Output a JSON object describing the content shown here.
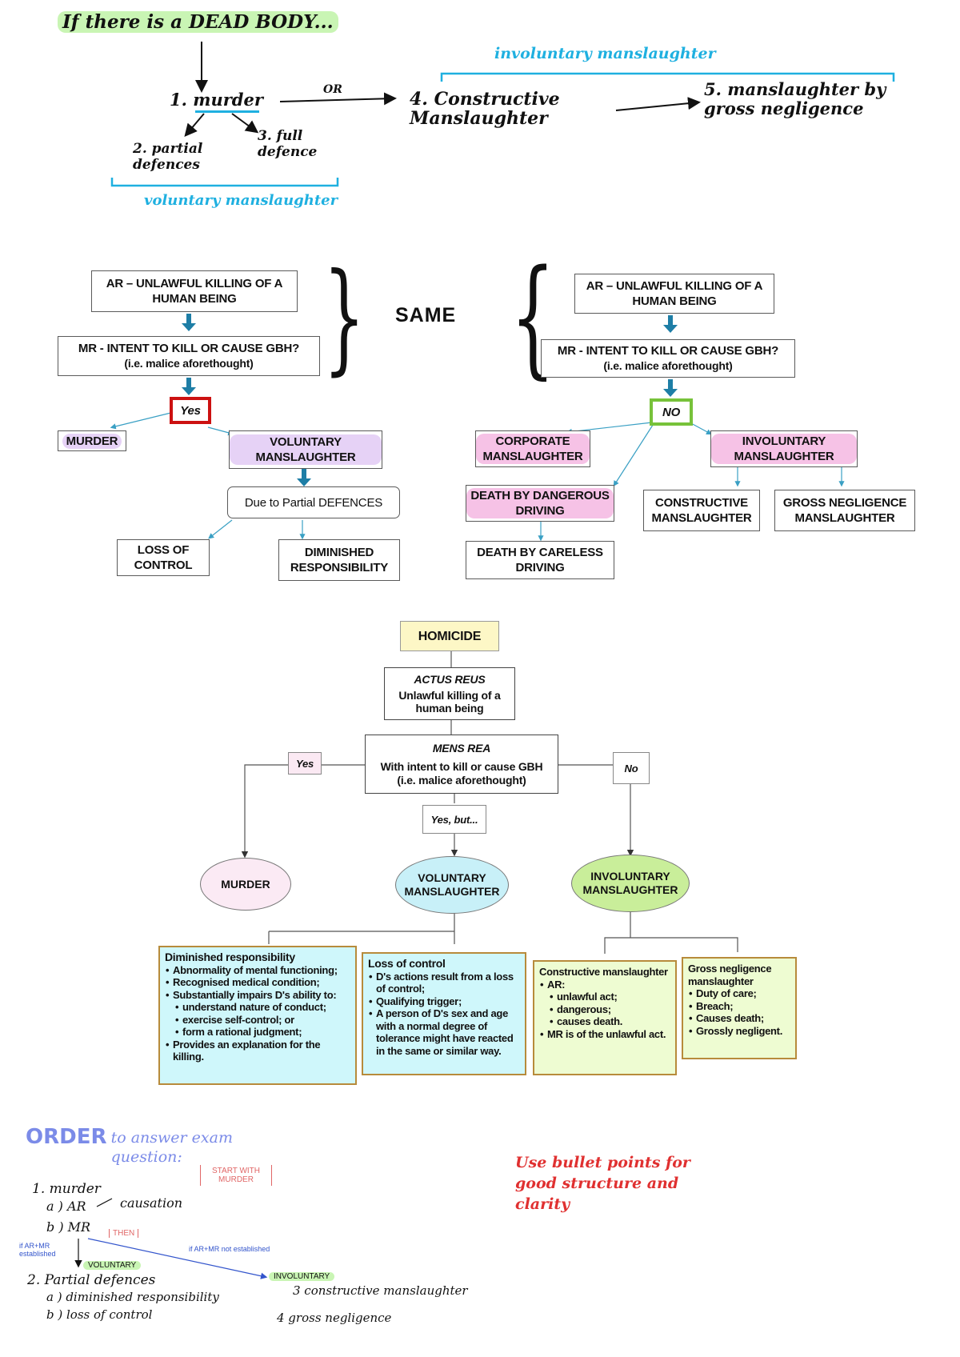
{
  "sketch": {
    "heading": "If there is a DEAD BODY...",
    "murder": "1. murder",
    "or": "OR",
    "partial": "2. partial defences",
    "full": "3. full defence",
    "voluntary_label": "voluntary manslaughter",
    "constructive": "4. Constructive Manslaughter",
    "gross": "5. manslaughter by gross negligence",
    "involuntary_label": "involuntary manslaughter"
  },
  "flow_left": {
    "ar": "AR – UNLAWFUL KILLING OF A HUMAN BEING",
    "mr": "MR - INTENT TO KILL OR CAUSE GBH?",
    "mr_sub": "(i.e. malice aforethought)",
    "yes": "Yes",
    "murder": "MURDER",
    "voluntary": "VOLUNTARY MANSLAUGHTER",
    "partial": "Due to Partial DEFENCES",
    "loss": "LOSS OF CONTROL",
    "diminished": "DIMINISHED RESPONSIBILITY"
  },
  "same": "SAME",
  "flow_right": {
    "ar": "AR – UNLAWFUL KILLING OF A HUMAN BEING",
    "mr": "MR - INTENT TO KILL OR CAUSE GBH?",
    "mr_sub": "(i.e. malice aforethought)",
    "no": "NO",
    "corporate": "CORPORATE MANSLAUGHTER",
    "involuntary": "INVOLUNTARY MANSLAUGHTER",
    "death_dangerous": "DEATH BY DANGEROUS DRIVING",
    "death_careless": "DEATH BY CARELESS DRIVING",
    "constructive": "CONSTRUCTIVE MANSLAUGHTER",
    "gross": "GROSS NEGLIGENCE MANSLAUGHTER"
  },
  "homicide": {
    "title": "HOMICIDE",
    "actus_title": "ACTUS REUS",
    "actus_body": "Unlawful killing of a human being",
    "mens_title": "MENS REA",
    "mens_body": "With intent to kill or cause GBH",
    "mens_sub": "(i.e. malice aforethought)",
    "yes": "Yes",
    "no": "No",
    "yes_but": "Yes, but...",
    "murder": "MURDER",
    "voluntary": "VOLUNTARY MANSLAUGHTER",
    "involuntary": "INVOLUNTARY MANSLAUGHTER",
    "dim_title": "Diminished responsibility",
    "dim_items": [
      "Abnormality of mental functioning;",
      "Recognised medical condition;",
      "Substantially impairs D's ability to:"
    ],
    "dim_sub": [
      "understand nature of conduct;",
      "exercise self-control; or",
      "form a rational judgment;"
    ],
    "dim_last": "Provides an explanation for the killing.",
    "loc_title": "Loss of control",
    "loc_items": [
      "D's actions result from a loss of control;",
      "Qualifying trigger;",
      "A person of D's sex and age with a normal degree of tolerance might have reacted in the same or similar way."
    ],
    "con_title": "Constructive manslaughter",
    "con_ar": "AR:",
    "con_sub": [
      "unlawful act;",
      "dangerous;",
      "causes death."
    ],
    "con_mr": "MR is of the unlawful act.",
    "gn_title": "Gross negligence manslaughter",
    "gn_items": [
      "Duty of care;",
      "Breach;",
      "Causes death;",
      "Grossly negligent."
    ]
  },
  "order": {
    "title": "ORDER",
    "title_rest": "to answer exam question:",
    "start_with": "START WITH MURDER",
    "l1": "1. murder",
    "l1a": "a ) AR",
    "causation": "causation",
    "l1b": "b ) MR",
    "then": "THEN",
    "if_established": "if AR+MR established",
    "if_not": "if AR+MR not established",
    "voluntary": "VOLUNTARY",
    "involuntary": "INVOLUNTARY",
    "l2": "2. Partial defences",
    "l2a": "a ) diminished responsibility",
    "l2b": "b ) loss of control",
    "l3": "3 constructive manslaughter",
    "l4": "4 gross negligence",
    "tip": "Use bullet points for good structure and clarity"
  },
  "colors": {
    "cyan": "#1fb0e0",
    "yes_red": "#cc1111",
    "no_green": "#77c23a",
    "arrow_blue": "#1e7ea6"
  }
}
